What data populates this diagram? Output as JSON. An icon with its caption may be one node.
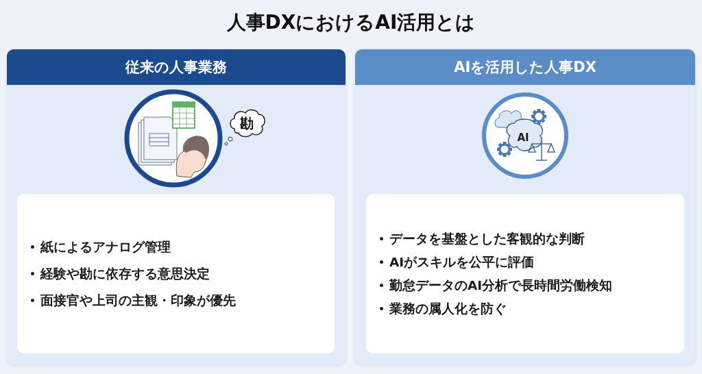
{
  "diagram": {
    "title": "人事DXにおけるAI活用とは",
    "nodes": [
      {
        "text": [
          "従来の人事業務"
        ]
      },
      {
        "text": [
          "勘"
        ],
        "in": 0
      },
      {
        "text": [
          "紙によるアナログ管理",
          "経験や勘に依存する意思決定",
          "面接官や上司の主観・印象が優先"
        ],
        "in": 0
      },
      {
        "text": [
          "AIを活用した人事DX"
        ]
      },
      {
        "text": [
          "データを基盤とした客観的な判断",
          "AIがスキルを公平に評価",
          "勤怠データのAI分析で長時間労働検知",
          "業務の属人化を防ぐ"
        ],
        "in": 3
      }
    ],
    "edges": [],
    "labels": [
      "AI"
    ]
  }
}
